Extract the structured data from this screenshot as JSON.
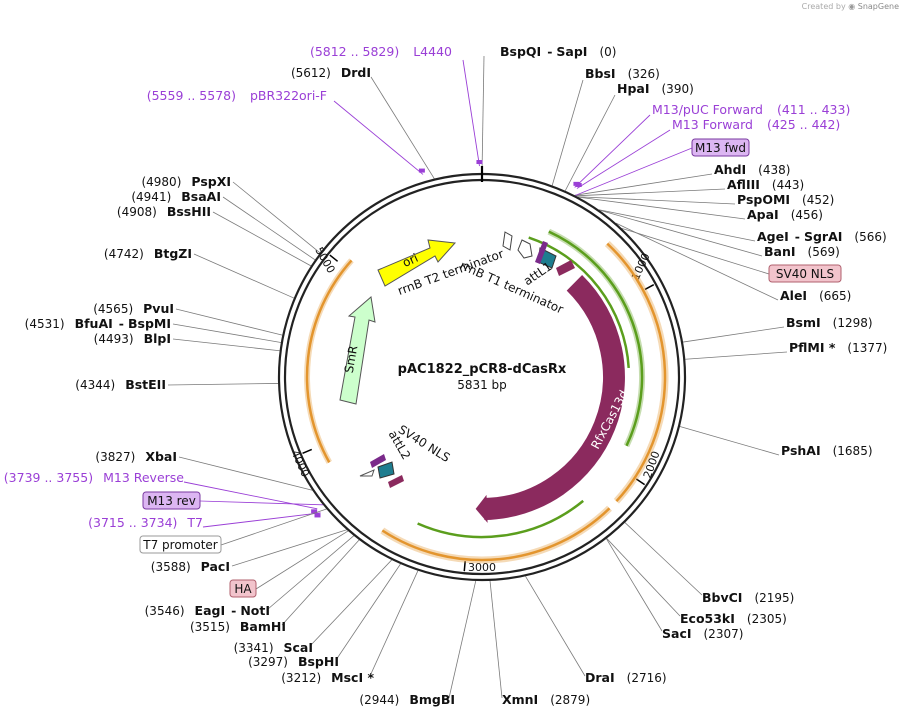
{
  "credit": {
    "prefix": "Created by",
    "brand": "SnapGene"
  },
  "plasmid": {
    "name": "pAC1822_pCR8-dCasRx",
    "size_label": "5831 bp",
    "length_bp": 5831
  },
  "colors": {
    "ring": "#222222",
    "enzyme_line": "#7a7a7a",
    "primer": "#9a3fd6",
    "ori": "#ffff00",
    "smr": "#ccffcc",
    "rfx": "#8b2a5e",
    "orange": "#e3952e",
    "green": "#5b9e1d",
    "teal": "#1e7d8f"
  },
  "ticks": [
    "1000",
    "2000",
    "3000",
    "4000",
    "5000"
  ],
  "enzymes": [
    {
      "name": "BspQI",
      "name2": "SapI",
      "pos": "(0)",
      "bp": 0
    },
    {
      "name": "BbsI",
      "pos": "(326)",
      "bp": 326
    },
    {
      "name": "HpaI",
      "pos": "(390)",
      "bp": 390
    },
    {
      "name": "AhdI",
      "pos": "(438)",
      "bp": 438
    },
    {
      "name": "AflIII",
      "pos": "(443)",
      "bp": 443
    },
    {
      "name": "PspOMI",
      "pos": "(452)",
      "bp": 452
    },
    {
      "name": "ApaI",
      "pos": "(456)",
      "bp": 456
    },
    {
      "name": "AgeI",
      "name2": "SgrAI",
      "pos": "(566)",
      "bp": 566
    },
    {
      "name": "BanI",
      "pos": "(569)",
      "bp": 569
    },
    {
      "name": "AleI",
      "pos": "(665)",
      "bp": 665
    },
    {
      "name": "BsmI",
      "pos": "(1298)",
      "bp": 1298
    },
    {
      "name": "PflMI *",
      "pos": "(1377)",
      "bp": 1377
    },
    {
      "name": "PshAI",
      "pos": "(1685)",
      "bp": 1685
    },
    {
      "name": "BbvCI",
      "pos": "(2195)",
      "bp": 2195
    },
    {
      "name": "Eco53kI",
      "pos": "(2305)",
      "bp": 2305
    },
    {
      "name": "SacI",
      "pos": "(2307)",
      "bp": 2307
    },
    {
      "name": "DraI",
      "pos": "(2716)",
      "bp": 2716
    },
    {
      "name": "XmnI",
      "pos": "(2879)",
      "bp": 2879
    },
    {
      "name": "BmgBI",
      "pos": "(2944)",
      "bp": 2944
    },
    {
      "name": "MscI *",
      "pos": "(3212)",
      "bp": 3212
    },
    {
      "name": "BspHI",
      "pos": "(3297)",
      "bp": 3297
    },
    {
      "name": "ScaI",
      "pos": "(3341)",
      "bp": 3341
    },
    {
      "name": "BamHI",
      "pos": "(3515)",
      "bp": 3515
    },
    {
      "name": "EagI",
      "name2": "NotI",
      "pos": "(3546)",
      "bp": 3546
    },
    {
      "name": "PacI",
      "pos": "(3588)",
      "bp": 3588
    },
    {
      "name": "XbaI",
      "pos": "(3827)",
      "bp": 3827
    },
    {
      "name": "BstEII",
      "pos": "(4344)",
      "bp": 4344
    },
    {
      "name": "BlpI",
      "pos": "(4493)",
      "bp": 4493
    },
    {
      "name": "BfuAI",
      "name2": "BspMI",
      "pos": "(4531)",
      "bp": 4531
    },
    {
      "name": "PvuI",
      "pos": "(4565)",
      "bp": 4565
    },
    {
      "name": "BtgZI",
      "pos": "(4742)",
      "bp": 4742
    },
    {
      "name": "BssHII",
      "pos": "(4908)",
      "bp": 4908
    },
    {
      "name": "BsaAI",
      "pos": "(4941)",
      "bp": 4941
    },
    {
      "name": "PspXI",
      "pos": "(4980)",
      "bp": 4980
    },
    {
      "name": "DrdI",
      "pos": "(5612)",
      "bp": 5612
    }
  ],
  "primers": [
    {
      "name": "L4440",
      "range": "(5812 .. 5829)",
      "bp": 5820
    },
    {
      "name": "pBR322ori-F",
      "range": "(5559 .. 5578)",
      "bp": 5568
    },
    {
      "name": "M13/pUC Forward",
      "range": "(411 .. 433)",
      "bp": 422
    },
    {
      "name": "M13 Forward",
      "range": "(425 .. 442)",
      "bp": 433
    },
    {
      "name": "M13 Reverse",
      "range": "(3739 .. 3755)",
      "bp": 3747
    },
    {
      "name": "T7",
      "range": "(3715 .. 3734)",
      "bp": 3724
    }
  ],
  "boxes": [
    {
      "label": "M13 fwd",
      "style": "primer"
    },
    {
      "label": "SV40 NLS",
      "style": "pink"
    },
    {
      "label": "M13 rev",
      "style": "primer"
    },
    {
      "label": "T7 promoter",
      "style": "plain"
    },
    {
      "label": "HA",
      "style": "pink"
    }
  ],
  "features": [
    {
      "label": "ori"
    },
    {
      "label": "SmR"
    },
    {
      "label": "RfxCas13d"
    },
    {
      "label": "rrnB T2 terminator"
    },
    {
      "label": "rrnB T1 terminator"
    },
    {
      "label": "attL1"
    },
    {
      "label": "attL2"
    },
    {
      "label": "SV40 NLS"
    }
  ]
}
